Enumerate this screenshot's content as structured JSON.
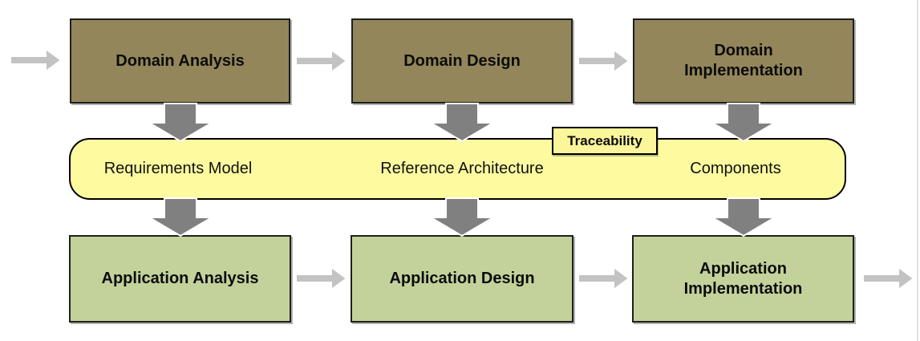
{
  "colors": {
    "domain_box_fill": "#93865a",
    "application_box_fill": "#c3d29b",
    "band_fill": "#fdfa9f",
    "tag_fill": "#fcf69a",
    "band_border": "#000000",
    "box_border": "#1f1f1f",
    "flow_arrow": "#c3c3c3",
    "mapping_arrow": "#808080",
    "page_edge": "#e2e2e2"
  },
  "process_rows": {
    "domain": {
      "boxes": [
        {
          "label": "Domain Analysis"
        },
        {
          "label": "Domain Design"
        },
        {
          "label": "Domain Implementation"
        }
      ]
    },
    "application": {
      "boxes": [
        {
          "label": "Application Analysis"
        },
        {
          "label": "Application Design"
        },
        {
          "label": "Application Implementation"
        }
      ]
    }
  },
  "traceability_band": {
    "tag": "Traceability",
    "artifacts": [
      "Requirements Model",
      "Reference Architecture",
      "Components"
    ]
  }
}
